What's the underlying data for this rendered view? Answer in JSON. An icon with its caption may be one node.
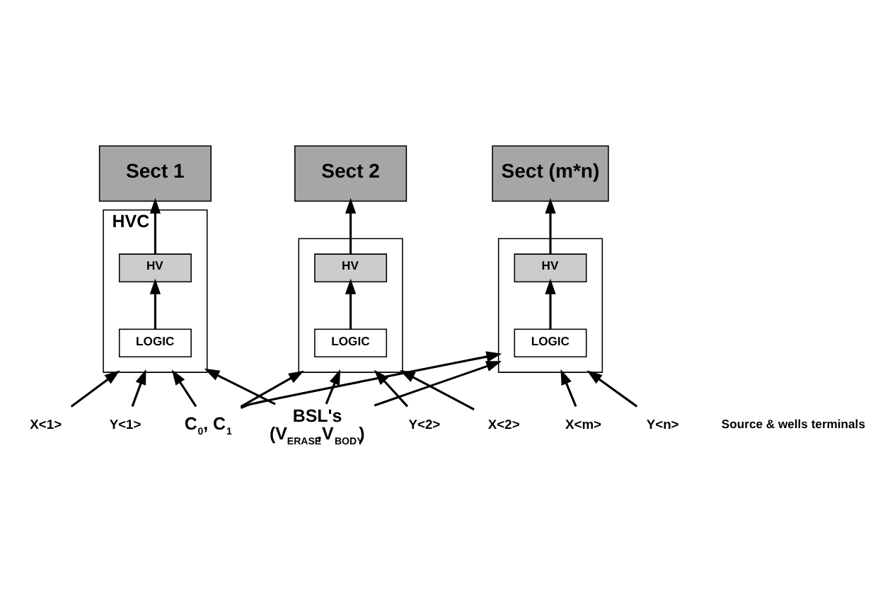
{
  "diagram": {
    "nodes": [
      {
        "text": [
          "Sect 1"
        ]
      },
      {
        "text": [
          "Sect 2"
        ]
      },
      {
        "text": [
          "Sect (m*n)"
        ]
      },
      {
        "text": [],
        "shape": "box",
        "beside": [
          "HVC"
        ]
      },
      {
        "text": [
          "HV"
        ],
        "in": 3
      },
      {
        "text": [
          "LOGIC"
        ],
        "in": 3
      },
      {
        "text": [],
        "shape": "box"
      },
      {
        "text": [
          "HV"
        ],
        "in": 6
      },
      {
        "text": [
          "LOGIC"
        ],
        "in": 6
      },
      {
        "text": [],
        "shape": "box"
      },
      {
        "text": [
          "HV"
        ],
        "in": 9
      },
      {
        "text": [
          "LOGIC"
        ],
        "in": 9
      },
      {
        "text": [
          "X<1>"
        ]
      },
      {
        "text": [
          "Y<1>"
        ]
      },
      {
        "text": [
          "C$_{0}$, C$_{1}$"
        ]
      },
      {
        "text": [
          "X<2>"
        ]
      },
      {
        "text": [
          "Y<2>"
        ]
      },
      {
        "text": [
          "BSL's",
          "(V$_{ERASE}$,V$_{BODY}$)"
        ]
      },
      {
        "text": [
          "X<m>"
        ]
      },
      {
        "text": [
          "Y<n>"
        ]
      }
    ],
    "edges": [
      {
        "from": 4,
        "to": 0,
        "arrow": "to"
      },
      {
        "from": 5,
        "to": 4,
        "arrow": "to"
      },
      {
        "from": 7,
        "to": 1,
        "arrow": "to"
      },
      {
        "from": 8,
        "to": 7,
        "arrow": "to"
      },
      {
        "from": 10,
        "to": 2,
        "arrow": "to"
      },
      {
        "from": 11,
        "to": 10,
        "arrow": "to"
      },
      {
        "from": 12,
        "to": 3,
        "arrow": "to"
      },
      {
        "from": 13,
        "to": 3,
        "arrow": "to"
      },
      {
        "from": 14,
        "to": 3,
        "arrow": "to"
      },
      {
        "from": 17,
        "to": 3,
        "arrow": "to"
      },
      {
        "from": 14,
        "to": 6,
        "arrow": "to"
      },
      {
        "from": 15,
        "to": 6,
        "arrow": "to"
      },
      {
        "from": 16,
        "to": 6,
        "arrow": "to"
      },
      {
        "from": 17,
        "to": 6,
        "arrow": "to"
      },
      {
        "from": 14,
        "to": 9,
        "arrow": "to"
      },
      {
        "from": 18,
        "to": 9,
        "arrow": "to"
      },
      {
        "from": 19,
        "to": 9,
        "arrow": "to"
      },
      {
        "from": 17,
        "to": 9,
        "arrow": "to"
      }
    ],
    "labels": [
      "Source & wells terminals"
    ]
  }
}
